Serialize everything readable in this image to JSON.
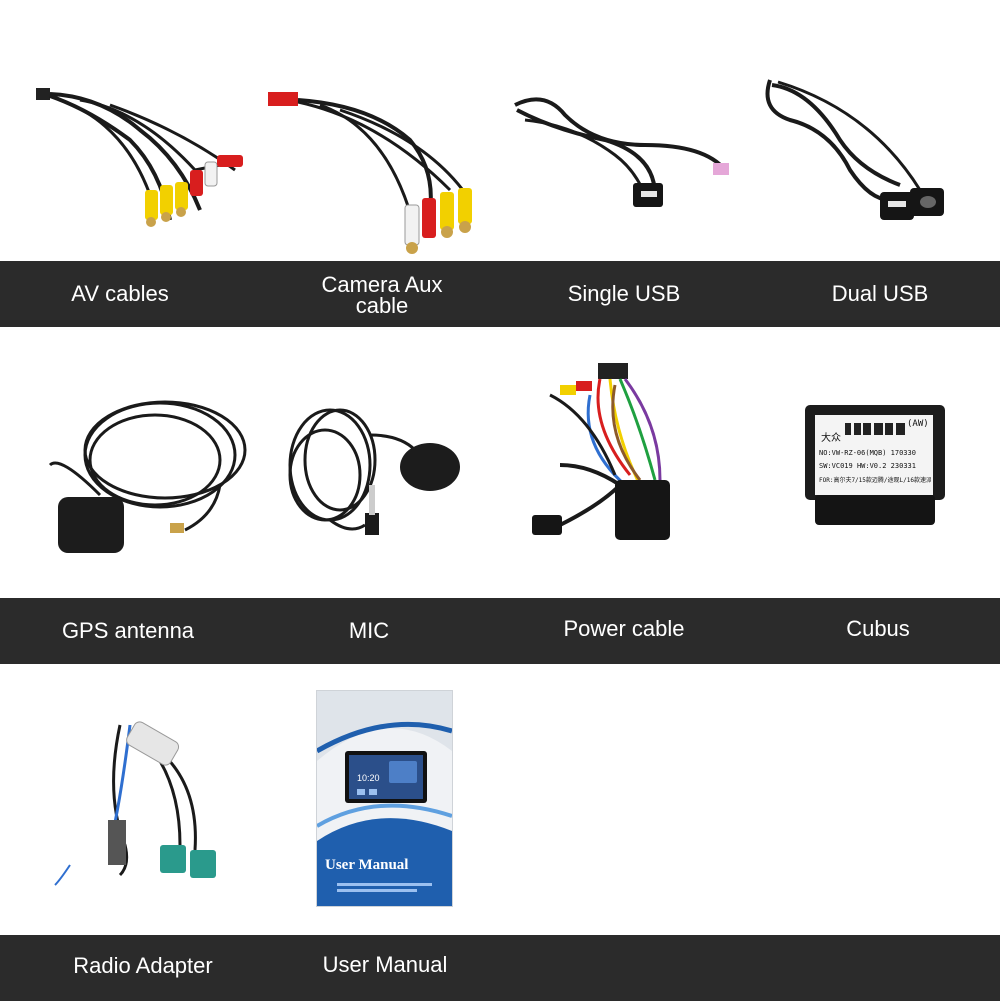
{
  "rows": [
    {
      "items": [
        {
          "label": "AV cables"
        },
        {
          "label_line1": "Camera Aux",
          "label_line2": "cable"
        },
        {
          "label": "Single USB"
        },
        {
          "label": "Dual USB"
        }
      ]
    },
    {
      "items": [
        {
          "label": "GPS antenna"
        },
        {
          "label": "MIC"
        },
        {
          "label": "Power cable"
        },
        {
          "label": "Cubus"
        }
      ]
    },
    {
      "items": [
        {
          "label": "Radio Adapter"
        },
        {
          "label": "User Manual"
        }
      ]
    }
  ],
  "cubus_box": {
    "brand": "大众",
    "tag": "(AW)",
    "line_no": "NO:VW-RZ-06(MQB)",
    "line_no_code": "170330",
    "line_sw": "SW:VC019",
    "line_hw": "HW:V0.2",
    "line_hw_code": "230331",
    "line_for": "FOR:高尔夫7/15款迈腾/途观L/16款速派"
  },
  "manual_cover": {
    "title": "User Manual",
    "screen_time": "10:20"
  },
  "colors": {
    "band": "#2b2b2b",
    "label_text": "#ffffff",
    "rca_yellow": "#f2d000",
    "rca_red": "#d81e1e",
    "rca_white": "#f2f2f2",
    "fakra_teal": "#2a9a8c",
    "manual_blue": "#1f5fae"
  }
}
